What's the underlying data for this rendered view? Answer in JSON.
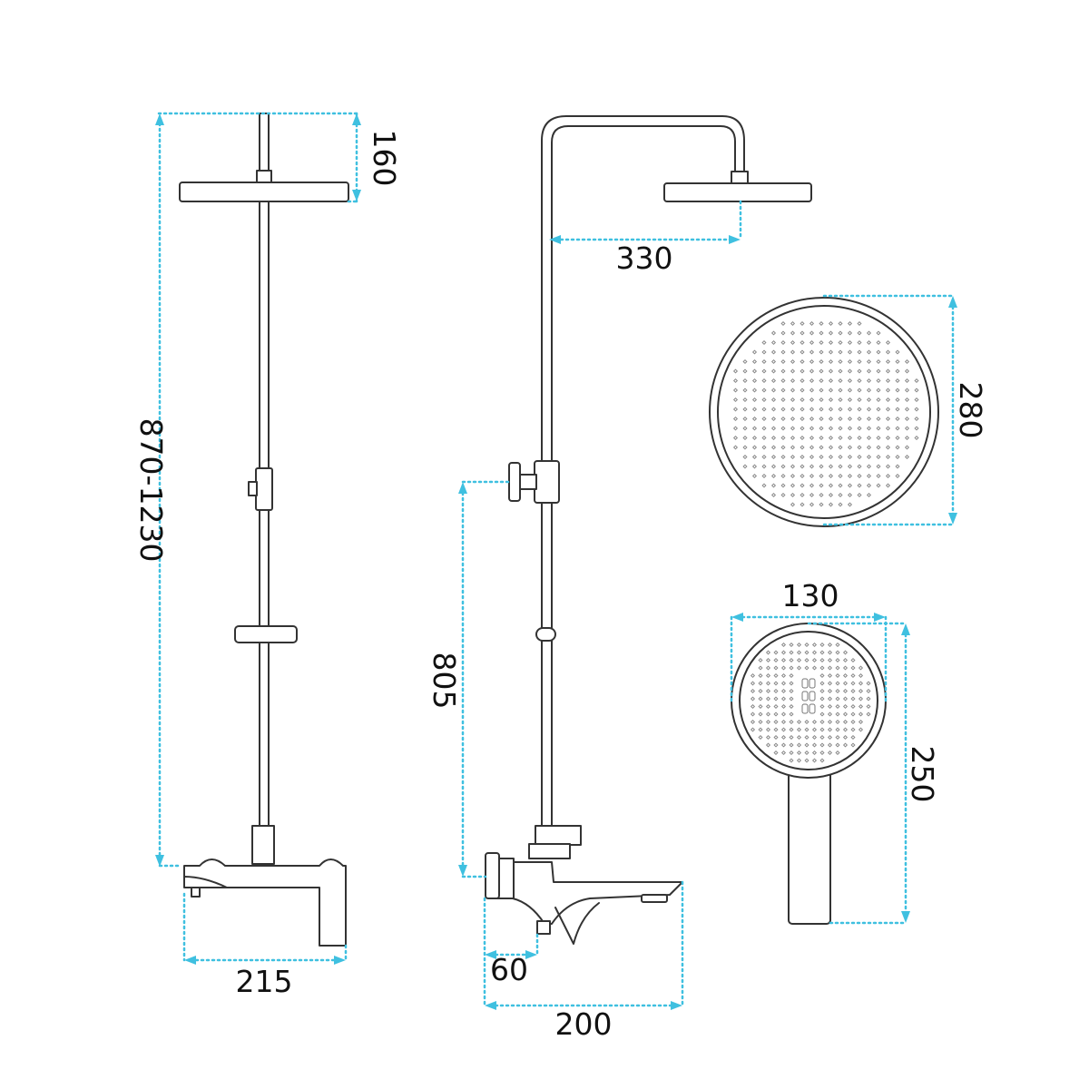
{
  "dimensions": {
    "front_top_offset": "160",
    "front_height": "870-1230",
    "front_mixer_width": "215",
    "side_arm_reach": "330",
    "side_mixer_height": "805",
    "side_outlet_offset": "60",
    "side_spout_length": "200",
    "head_diameter": "280",
    "hand_head_width": "130",
    "hand_shower_length": "250"
  },
  "colors": {
    "dimension_line": "#3fc0e0",
    "outline": "#333333",
    "background": "#ffffff"
  }
}
